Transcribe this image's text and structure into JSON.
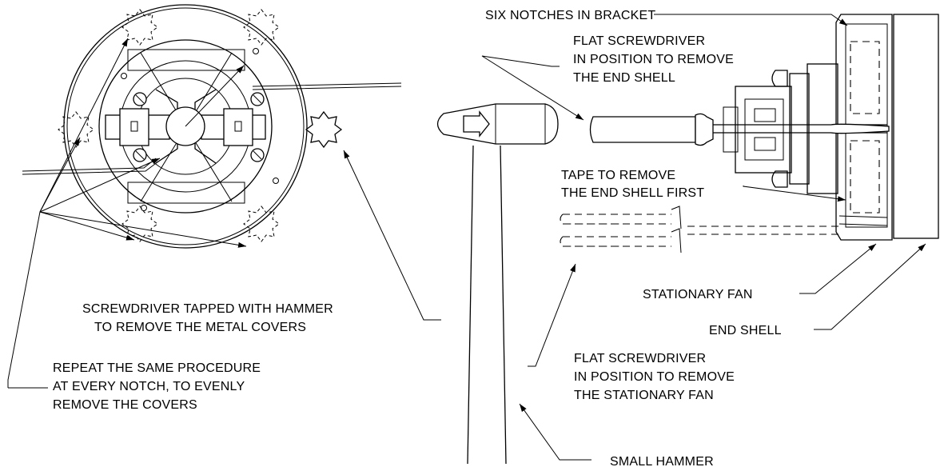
{
  "labels": {
    "six_notches": "SIX NOTCHES IN BRACKET",
    "flat_sd_end_shell_1": "FLAT SCREWDRIVER",
    "flat_sd_end_shell_2": "IN POSITION TO REMOVE",
    "flat_sd_end_shell_3": "THE END SHELL",
    "tape_1": "TAPE TO REMOVE",
    "tape_2": "THE END SHELL FIRST",
    "stationary_fan": "STATIONARY FAN",
    "end_shell": "END SHELL",
    "flat_sd_fan_1": "FLAT SCREWDRIVER",
    "flat_sd_fan_2": "IN POSITION TO REMOVE",
    "flat_sd_fan_3": "THE STATIONARY FAN",
    "small_hammer": "SMALL HAMMER",
    "tapped_1": "SCREWDRIVER TAPPED WITH HAMMER",
    "tapped_2": "TO REMOVE THE METAL COVERS",
    "repeat_1": "REPEAT THE SAME PROCEDURE",
    "repeat_2": "AT EVERY NOTCH, TO EVENLY",
    "repeat_3": "REMOVE THE COVERS"
  }
}
